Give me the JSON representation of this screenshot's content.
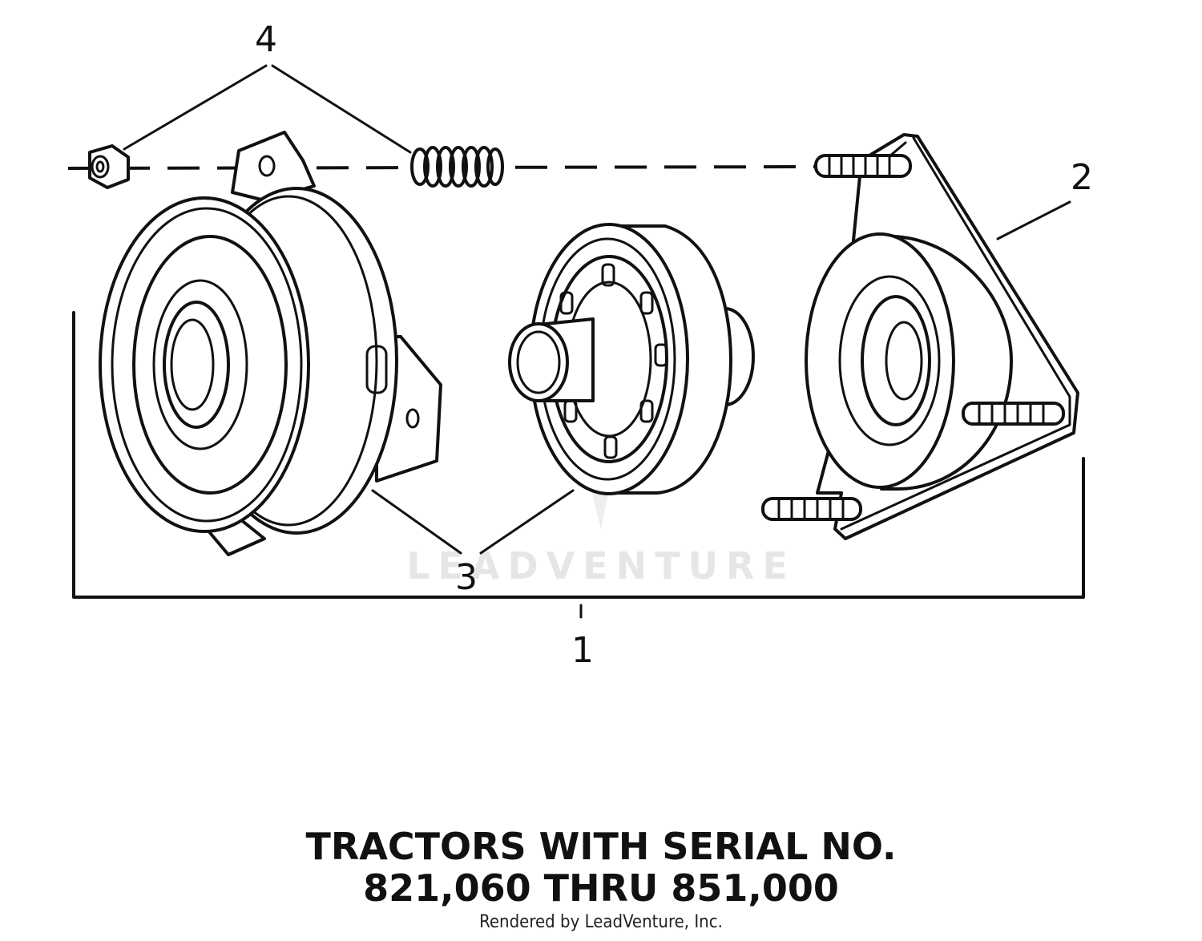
{
  "callouts": {
    "c1": "1",
    "c2": "2",
    "c3": "3",
    "c4": "4"
  },
  "watermark": "LEADVENTURE",
  "title": {
    "line1": "TRACTORS WITH SERIAL NO.",
    "line2": "821,060 THRU 851,000"
  },
  "credit": "Rendered by LeadVenture, Inc."
}
